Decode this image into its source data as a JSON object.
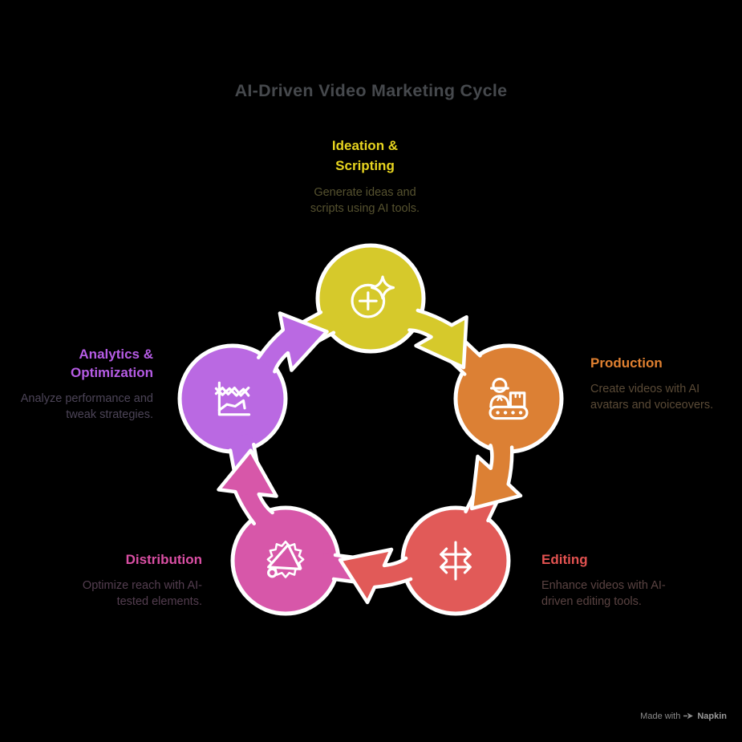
{
  "background": "#000000",
  "outline_color": "#ffffff",
  "title": {
    "text": "AI-Driven Video Marketing Cycle",
    "color": "#46494d"
  },
  "watermark": {
    "prefix": "Made with",
    "brand": "Napkin",
    "icon": "napkin-pen-icon",
    "color": "#8a8a8a"
  },
  "nodes": [
    {
      "id": "ideation-scripting",
      "label_line1": "Ideation &",
      "label_line2": "Scripting",
      "desc_line1": "Generate ideas and",
      "desc_line2": "scripts using AI tools.",
      "color": "#d6c92b",
      "label_color": "#e7d41f",
      "desc_color": "#56522f",
      "icon": "sparkle-circle-icon"
    },
    {
      "id": "production",
      "label_line1": "Production",
      "desc_line1": "Create videos with AI",
      "desc_line2": "avatars and voiceovers.",
      "color": "#dc8034",
      "label_color": "#e08030",
      "desc_color": "#5a4a36",
      "icon": "factory-worker-icon"
    },
    {
      "id": "editing",
      "label_line1": "Editing",
      "desc_line1": "Enhance videos with AI-",
      "desc_line2": "driven editing tools.",
      "color": "#e15a58",
      "label_color": "#e25250",
      "desc_color": "#5a4342",
      "icon": "crossed-arrows-icon"
    },
    {
      "id": "distribution",
      "label_line1": "Distribution",
      "desc_line1": "Optimize reach with AI-",
      "desc_line2": "tested elements.",
      "color": "#d757a9",
      "label_color": "#da4fa4",
      "desc_color": "#543e50",
      "icon": "megaphone-burst-icon"
    },
    {
      "id": "analytics-optimization",
      "label_line1": "Analytics &",
      "label_line2": "Optimization",
      "desc_line1": "Analyze performance and",
      "desc_line2": "tweak strategies.",
      "color": "#ba69e2",
      "label_color": "#b65ce5",
      "desc_color": "#4c4457",
      "icon": "line-chart-icon"
    }
  ],
  "flow": [
    "ideation-scripting",
    "production",
    "editing",
    "distribution",
    "analytics-optimization"
  ]
}
